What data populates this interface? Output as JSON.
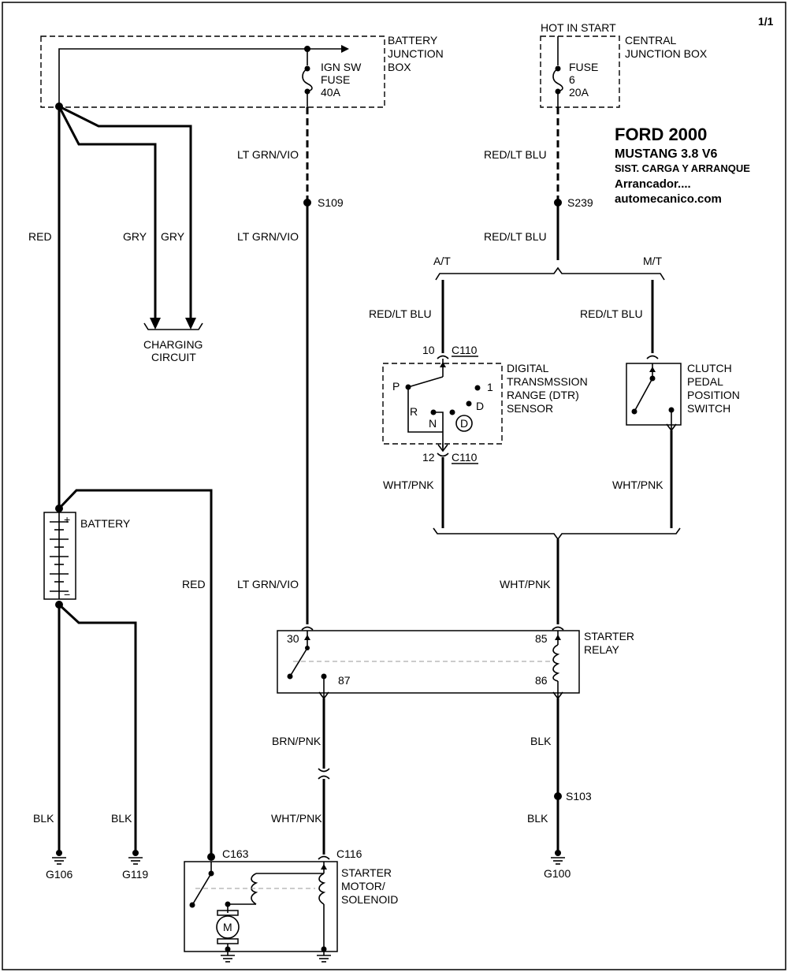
{
  "page_label": "1/1",
  "title": {
    "line1": "FORD 2000",
    "line2": "MUSTANG  3.8  V6",
    "line3": "SIST. CARGA Y ARRANQUE",
    "line4": "Arrancador....",
    "line5": "automecanico.com"
  },
  "battery_junction_box": {
    "label_line1": "BATTERY",
    "label_line2": "JUNCTION",
    "label_line3": "BOX",
    "fuse_line1": "IGN SW",
    "fuse_line2": "FUSE",
    "fuse_line3": "40A"
  },
  "central_junction_box": {
    "hot_in_start": "HOT IN START",
    "label_line1": "CENTRAL",
    "label_line2": "JUNCTION BOX",
    "fuse_line1": "FUSE",
    "fuse_line2": "6",
    "fuse_line3": "20A"
  },
  "wires": {
    "red_main": "RED",
    "gry1": "GRY",
    "gry2": "GRY",
    "lt_grn_vio_1": "LT GRN/VIO",
    "lt_grn_vio_2": "LT GRN/VIO",
    "lt_grn_vio_3": "LT GRN/VIO",
    "red_lt_blu_1": "RED/LT BLU",
    "red_lt_blu_2": "RED/LT BLU",
    "red_lt_blu_3": "RED/LT BLU",
    "red_lt_blu_4": "RED/LT BLU",
    "wht_pnk_1": "WHT/PNK",
    "wht_pnk_2": "WHT/PNK",
    "wht_pnk_3": "WHT/PNK",
    "wht_pnk_4": "WHT/PNK",
    "red_battery": "RED",
    "brn_pnk": "BRN/PNK",
    "blk_1": "BLK",
    "blk_2": "BLK",
    "blk_3": "BLK",
    "blk_4": "BLK"
  },
  "splices": {
    "s109": "S109",
    "s239": "S239",
    "s103": "S103"
  },
  "charging": {
    "line1": "CHARGING",
    "line2": "CIRCUIT"
  },
  "branches": {
    "at": "A/T",
    "mt": "M/T"
  },
  "dtr_sensor": {
    "pin_top": "10",
    "pin_bottom": "12",
    "connector_top": "C110",
    "connector_bottom": "C110",
    "line1": "DIGITAL",
    "line2": "TRANSMSSION",
    "line3": "RANGE (DTR)",
    "line4": "SENSOR",
    "pos_p": "P",
    "pos_r": "R",
    "pos_n": "N",
    "pos_d_small": "D",
    "pos_d_circle": "D",
    "pos_1": "1"
  },
  "clutch_switch": {
    "line1": "CLUTCH",
    "line2": "PEDAL",
    "line3": "POSITION",
    "line4": "SWITCH"
  },
  "battery": {
    "label": "BATTERY",
    "plus": "+",
    "minus": "−"
  },
  "starter_relay": {
    "line1": "STARTER",
    "line2": "RELAY",
    "pin30": "30",
    "pin87": "87",
    "pin85": "85",
    "pin86": "86"
  },
  "starter_motor": {
    "line1": "STARTER",
    "line2": "MOTOR/",
    "line3": "SOLENOID",
    "c163": "C163",
    "c116": "C116",
    "motor": "M"
  },
  "grounds": {
    "g106": "G106",
    "g119": "G119",
    "g100": "G100"
  }
}
